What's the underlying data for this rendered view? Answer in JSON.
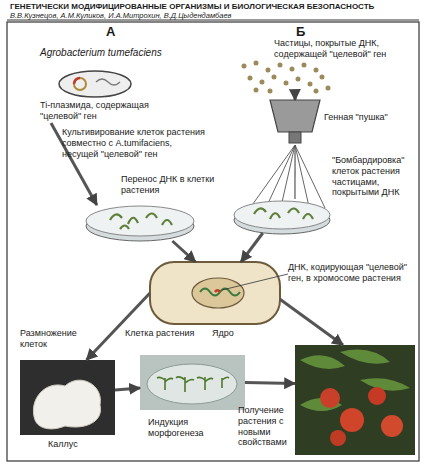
{
  "diagram": {
    "nodes": [
      {
        "text": [
          "Agrobacterium tumefaciens",
          "Ti-плазмида, содержащая \"целевой\" ген"
        ]
      },
      {
        "text": [
          "Частицы, покрытые ДНК, содержащей \"целевой\" ген"
        ]
      },
      {
        "text": [
          "Генная \"пушка\""
        ]
      },
      {
        "text": [
          "Перенос ДНК в клетки растения"
        ]
      },
      {
        "text": [
          "\"Бомбардировка\" клеток растения частицами, покрытыми ДНК"
        ]
      },
      {
        "text": [
          "ДНК, кодирующая \"целевой\" ген, в хромосоме растения",
          "Клетка растения",
          "Ядро"
        ]
      },
      {
        "text": [
          "Каллус"
        ]
      },
      {
        "text": [
          "Индукция морфогенеза"
        ]
      },
      {
        "text": [
          "Получение растения с новыми свойствами"
        ]
      }
    ],
    "edges": [
      {
        "from": 0,
        "to": 3,
        "arrow": "to",
        "label": "Культивирование клеток растения совместно с A.tumifaciens, несущей \"целевой\" ген"
      },
      {
        "from": 1,
        "to": 2,
        "arrow": "to"
      },
      {
        "from": 2,
        "to": 4,
        "arrow": "none"
      },
      {
        "from": 3,
        "to": 5,
        "arrow": "to"
      },
      {
        "from": 4,
        "to": 5,
        "arrow": "to"
      },
      {
        "from": 5,
        "to": 6,
        "arrow": "to",
        "label": "Размножение клеток"
      },
      {
        "from": 5,
        "to": 8,
        "arrow": "to"
      },
      {
        "from": 6,
        "to": 7,
        "arrow": "to"
      },
      {
        "from": 7,
        "to": 8,
        "arrow": "to"
      }
    ],
    "labels": [
      "ГЕНЕТИЧЕСКИ МОДИФИЦИРОВАННЫЕ ОРГАНИЗМЫ И БИОЛОГИЧЕСКАЯ БЕЗОПАСНОСТЬ",
      "В.В.Кузнецов, А.М.Куликов, И.А.Митрохин, В.Д.Цыдендамбаев",
      "А",
      "Б"
    ]
  }
}
